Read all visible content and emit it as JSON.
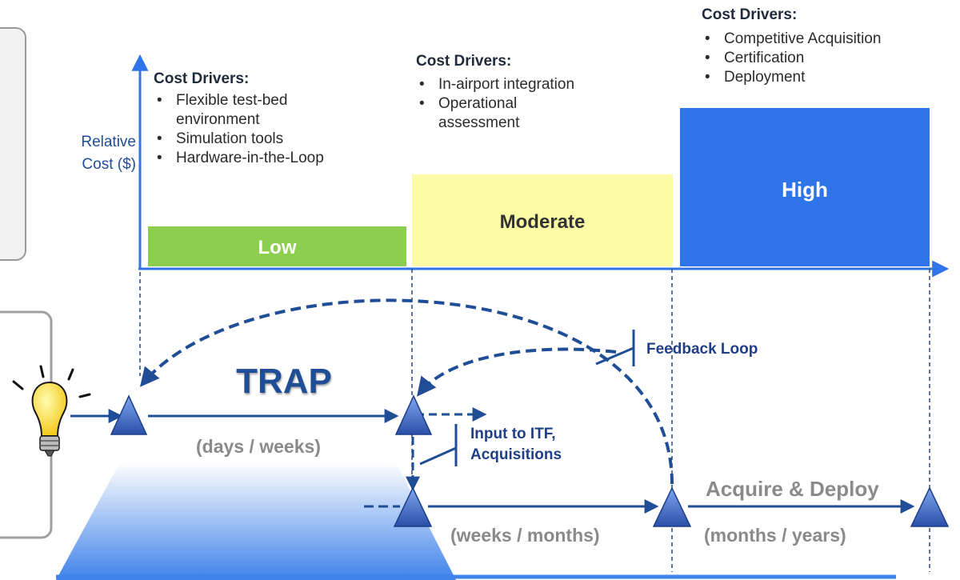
{
  "axis": {
    "ylabel": "Relative Cost ($)"
  },
  "cost_levels": {
    "low": {
      "label": "Low",
      "color": "#8ccf4f"
    },
    "moderate": {
      "label": "Moderate",
      "color": "#fbfba6"
    },
    "high": {
      "label": "High",
      "color": "#2f74e8"
    }
  },
  "cost_drivers": {
    "heading": "Cost Drivers:",
    "low": [
      "Flexible test-bed environment",
      "Simulation tools",
      "Hardware-in-the-Loop"
    ],
    "moderate": [
      "In-airport integration",
      "Operational assessment"
    ],
    "high": [
      "Competitive Acquisition",
      "Certification",
      "Deployment"
    ]
  },
  "phases": {
    "trap": {
      "title": "TRAP",
      "duration": "(days / weeks)"
    },
    "itf": {
      "title": "ITF",
      "duration": "(weeks / months)"
    },
    "acquire": {
      "title": "Acquire & Deploy",
      "duration": "(months / years)"
    }
  },
  "labels": {
    "feedback": "Feedback Loop",
    "input_line1": "Input to ITF,",
    "input_line2": "Acquisitions"
  },
  "colors": {
    "arrow": "#1f4e96",
    "axis": "#2f74e8",
    "phase_text": "#8a8a8a",
    "accent_text": "#1f3f86"
  }
}
